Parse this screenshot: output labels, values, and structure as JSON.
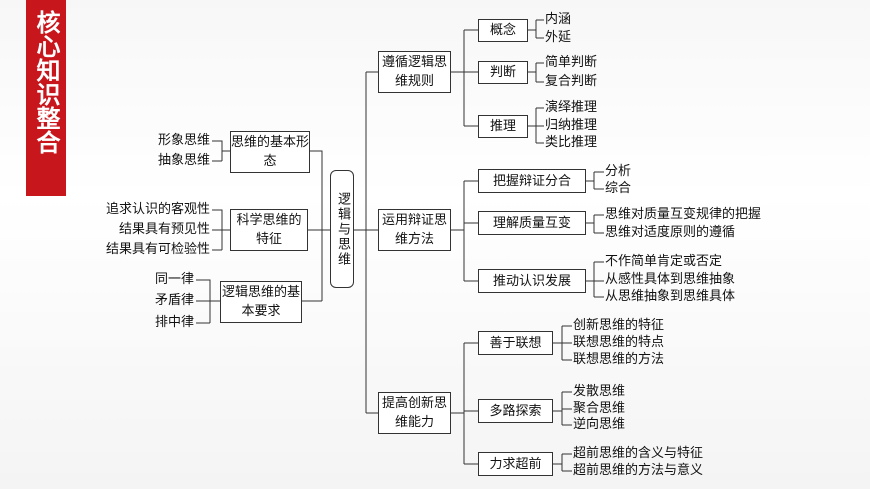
{
  "banner": {
    "title": "核心知识整合"
  },
  "center": {
    "label": "逻辑与思维"
  },
  "left": [
    {
      "box": "思维的基本形态",
      "items": [
        "形象思维",
        "抽象思维"
      ]
    },
    {
      "box": "科学思维的特征",
      "items": [
        "追求认识的客观性",
        "结果具有预见性",
        "结果具有可检验性"
      ]
    },
    {
      "box": "逻辑思维的基本要求",
      "items": [
        "同一律",
        "矛盾律",
        "排中律"
      ]
    }
  ],
  "right": [
    {
      "box": "遵循逻辑思维规则",
      "children": [
        {
          "label": "概念",
          "items": [
            "内涵",
            "外延"
          ]
        },
        {
          "label": "判断",
          "items": [
            "简单判断",
            "复合判断"
          ]
        },
        {
          "label": "推理",
          "items": [
            "演绎推理",
            "归纳推理",
            "类比推理"
          ]
        }
      ]
    },
    {
      "box": "运用辩证思维方法",
      "children": [
        {
          "label": "把握辩证分合",
          "items": [
            "分析",
            "综合"
          ]
        },
        {
          "label": "理解质量互变",
          "items": [
            "思维对质量互变规律的把握",
            "思维对适度原则的遵循"
          ]
        },
        {
          "label": "推动认识发展",
          "items": [
            "不作简单肯定或否定",
            "从感性具体到思维抽象",
            "从思维抽象到思维具体"
          ]
        }
      ]
    },
    {
      "box": "提高创新思维能力",
      "children": [
        {
          "label": "善于联想",
          "items": [
            "创新思维的特征",
            "联想思维的特点",
            "联想思维的方法"
          ]
        },
        {
          "label": "多路探索",
          "items": [
            "发散思维",
            "聚合思维",
            "逆向思维"
          ]
        },
        {
          "label": "力求超前",
          "items": [
            "超前思维的含义与特征",
            "超前思维的方法与意义"
          ]
        }
      ]
    }
  ]
}
